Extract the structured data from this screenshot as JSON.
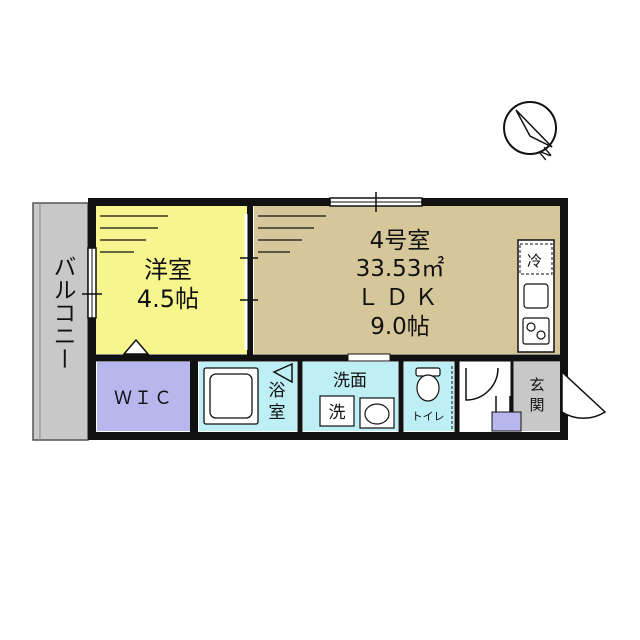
{
  "compass": {
    "letter": "N"
  },
  "rooms": {
    "balcony": {
      "label": "バルコニー"
    },
    "western_room": {
      "name": "洋室",
      "size": "4.5帖"
    },
    "main_room": {
      "number": "4号室",
      "area": "33.53㎡",
      "type": "ＬＤＫ",
      "size": "9.0帖"
    },
    "wic": {
      "label": "ＷＩＣ"
    },
    "bath": {
      "line1": "浴",
      "line2": "室"
    },
    "washroom": {
      "label": "洗面"
    },
    "washer": {
      "label": "洗"
    },
    "toilet": {
      "label": "トイレ"
    },
    "entrance": {
      "line1": "玄",
      "line2": "関"
    },
    "fridge": {
      "label": "冷"
    }
  },
  "colors": {
    "western_room": "#f7f58d",
    "main_room": "#d6c79a",
    "balcony": "#c8c8c8",
    "wic": "#b7b7ee",
    "wet_area": "#bdeff4",
    "entrance": "#c8c8c8",
    "shoe_box": "#b7b7ee",
    "wall": "#111111"
  }
}
